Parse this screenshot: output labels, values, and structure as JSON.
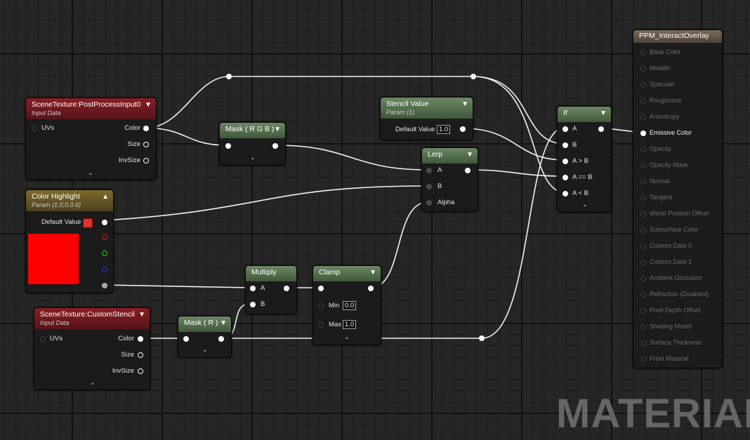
{
  "nodes": {
    "pp_input": {
      "title": "SceneTexture:PostProcessInput0",
      "subtitle": "Input Data",
      "uvs": "UVs",
      "color": "Color",
      "size": "Size",
      "invsize": "InvSize"
    },
    "mask_rgb": {
      "title": "Mask ( R G B )"
    },
    "stencil_value": {
      "title": "Stencil Value",
      "subtitle": "Param (1)",
      "default_label": "Default Value",
      "default_value": "1.0"
    },
    "lerp": {
      "title": "Lerp",
      "a": "A",
      "b": "B",
      "alpha": "Alpha"
    },
    "if_node": {
      "title": "If",
      "a": "A",
      "b": "B",
      "a_gt_b": "A > B",
      "a_eq_b": "A == B",
      "a_lt_b": "A < B"
    },
    "color_highlight": {
      "title": "Color Highlight",
      "subtitle": "Param (1,0,0,0.6)",
      "default_label": "Default Value",
      "swatch_color": "#ff0000"
    },
    "multiply": {
      "title": "Multiply",
      "a": "A",
      "b": "B"
    },
    "clamp": {
      "title": "Clamp",
      "min_label": "Min",
      "min_value": "0.0",
      "max_label": "Max",
      "max_value": "1.0"
    },
    "custom_stencil": {
      "title": "SceneTexture:CustomStencil",
      "subtitle": "Input Data",
      "uvs": "UVs",
      "color": "Color",
      "size": "Size",
      "invsize": "InvSize"
    },
    "mask_r": {
      "title": "Mask ( R )"
    }
  },
  "material_node": {
    "title": "PPM_InteractOverlay",
    "properties": [
      "Base Color",
      "Metallic",
      "Specular",
      "Roughness",
      "Anisotropy",
      "Emissive Color",
      "Opacity",
      "Opacity Mask",
      "Normal",
      "Tangent",
      "World Position Offset",
      "Subsurface Color",
      "Custom Data 0",
      "Custom Data 1",
      "Ambient Occlusion",
      "Refraction (Disabled)",
      "Pixel Depth Offset",
      "Shading Model",
      "Surface Thickness",
      "Front Material"
    ],
    "active_property": "Emissive Color"
  },
  "watermark": "MATERIAL",
  "colors": {
    "red_header": "#8a1e24",
    "green_header": "#6d8866",
    "olive_header": "#7e6a2c",
    "wire": "#ffffff"
  }
}
